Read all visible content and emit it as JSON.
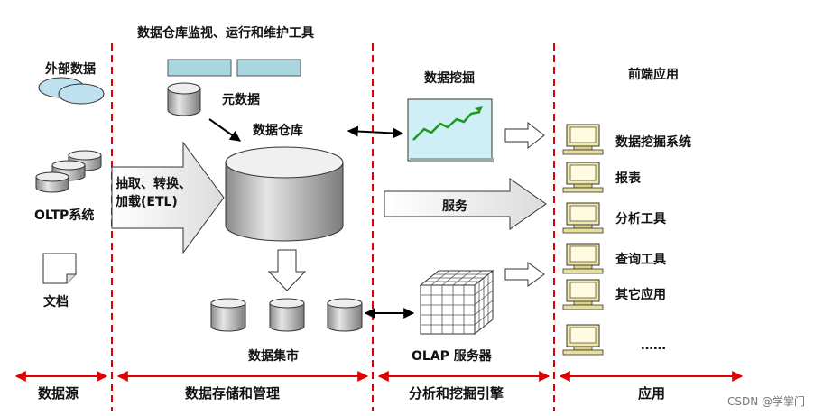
{
  "top_title": "数据仓库监视、运行和维护工具",
  "source": {
    "external_data": "外部数据",
    "oltp": "OLTP系统",
    "documents": "文档"
  },
  "storage": {
    "metadata": "元数据",
    "warehouse": "数据仓库",
    "etl_line1": "抽取、转换、",
    "etl_line2": "加载(ETL)",
    "data_mart": "数据集市"
  },
  "engine": {
    "data_mining": "数据挖掘",
    "service": "服务",
    "olap": "OLAP 服务器"
  },
  "apps": {
    "title": "前端应用",
    "items": [
      "数据挖掘系统",
      "报表",
      "分析工具",
      "查询工具",
      "其它应用",
      "……"
    ]
  },
  "sections": {
    "source": "数据源",
    "storage": "数据存储和管理",
    "engine": "分析和挖掘引擎",
    "app": "应用"
  },
  "watermark": "CSDN @学掌门"
}
